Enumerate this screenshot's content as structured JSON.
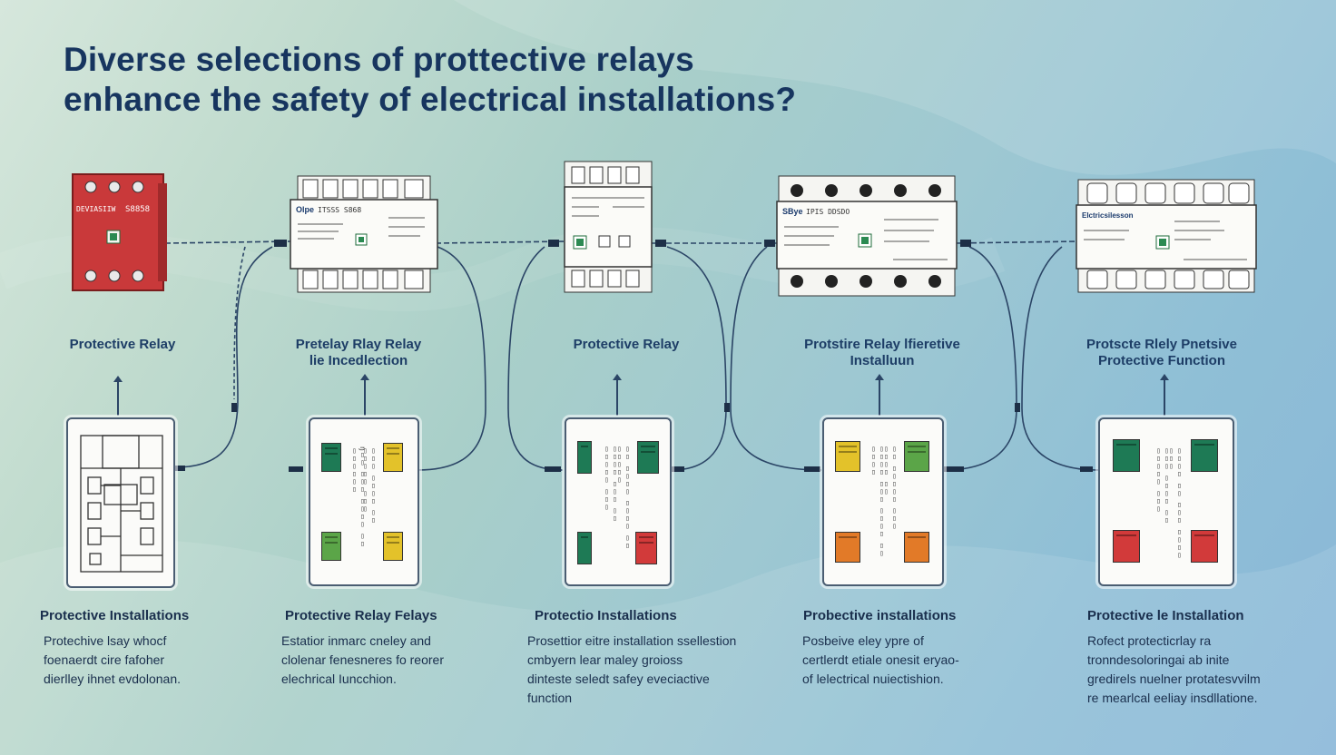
{
  "title": {
    "line1": "Diverse selections of prottective relays",
    "line2": "enhance the safety of electrical installations?"
  },
  "colors": {
    "title": "#17355f",
    "red_relay": "#c9393a",
    "indicator_green": "#1e7a55",
    "indicator_yellow": "#e3c22a",
    "indicator_orange": "#e27a28",
    "indicator_red": "#d23a3a"
  },
  "relays": [
    {
      "label_lines": [
        "Protective Relay"
      ],
      "device_text": [
        "DEVIASIIW",
        "S8858"
      ]
    },
    {
      "label_lines": [
        "Pretelay Rlay Relay",
        "lie Incedlection"
      ],
      "device_text": [
        "Olpe",
        "ITSSS S868"
      ]
    },
    {
      "label_lines": [
        "Protective Relay"
      ],
      "device_text": []
    },
    {
      "label_lines": [
        "Protstire Relay lfieretive",
        "Installuun"
      ],
      "device_text": [
        "SBye",
        "IPIS DDSDO"
      ]
    },
    {
      "label_lines": [
        "Protscte Rlely Pnetsive",
        "Protective Function"
      ],
      "device_text": [
        "Elctricsilesson"
      ]
    }
  ],
  "installations": [
    {
      "heading": "Protective Installations",
      "desc_lines": [
        "Protechive lsay whocf",
        "foenaerdt cire fafoher",
        "dierlley ihnet evdolonan."
      ]
    },
    {
      "heading": "Protective Relay Felays",
      "desc_lines": [
        "Estatior inmarc cneley and",
        "clolenar fenesneres fo reorer",
        "elechrical Iuncchion."
      ]
    },
    {
      "heading": "Protectio Installations",
      "desc_lines": [
        "Prosettior eitre installation ssellestion",
        "cmbyern lear maley groioss",
        "dinteste seledt safey eveciactive",
        "function"
      ]
    },
    {
      "heading": "Probective installations",
      "desc_lines": [
        "Posbeive eley ypre of",
        "certlerdt etiale onesit eryao-",
        "of lelectrical nuiectishion."
      ]
    },
    {
      "heading": "Protective le Installation",
      "desc_lines": [
        "Rofect protecticrlay ra",
        "tronndesoloringai ab inite",
        "gredirels nuelner protatesvvilm",
        "re mearlcal eeliay insdllatione."
      ]
    }
  ]
}
